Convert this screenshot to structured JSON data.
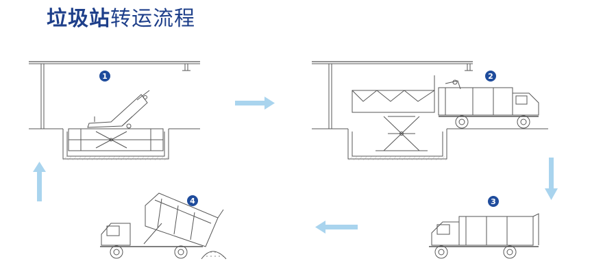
{
  "title": {
    "bold": "垃圾站",
    "light": "转运流程"
  },
  "steps": [
    {
      "number": "1"
    },
    {
      "number": "2"
    },
    {
      "number": "3"
    },
    {
      "number": "4"
    }
  ],
  "colors": {
    "title": "#1e3f8a",
    "badge": "#1f4c9c",
    "arrow": "#a9d4ee",
    "line": "#555555"
  },
  "icons": [
    "arrow-right",
    "arrow-down",
    "arrow-left",
    "arrow-up"
  ]
}
